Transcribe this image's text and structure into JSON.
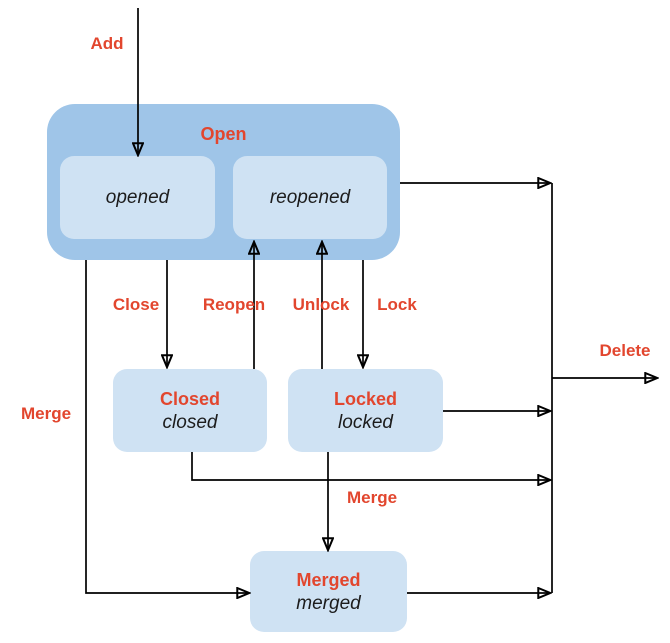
{
  "diagram": {
    "colors": {
      "group_fill": "#9fc5e8",
      "state_fill": "#cfe2f3",
      "accent_red": "#e2462e",
      "line": "#000000",
      "text": "#1c1c1c",
      "background": "#ffffff"
    },
    "group_open": {
      "title": "Open"
    },
    "states": {
      "opened": {
        "label": "opened"
      },
      "reopened": {
        "label": "reopened"
      },
      "closed": {
        "title": "Closed",
        "label": "closed"
      },
      "locked": {
        "title": "Locked",
        "label": "locked"
      },
      "merged": {
        "title": "Merged",
        "label": "merged"
      }
    },
    "transitions": {
      "add": {
        "label": "Add"
      },
      "close": {
        "label": "Close"
      },
      "reopen": {
        "label": "Reopen"
      },
      "unlock": {
        "label": "Unlock"
      },
      "lock": {
        "label": "Lock"
      },
      "merge_from_open": {
        "label": "Merge"
      },
      "merge_from_locked": {
        "label": "Merge"
      },
      "delete": {
        "label": "Delete"
      }
    }
  }
}
